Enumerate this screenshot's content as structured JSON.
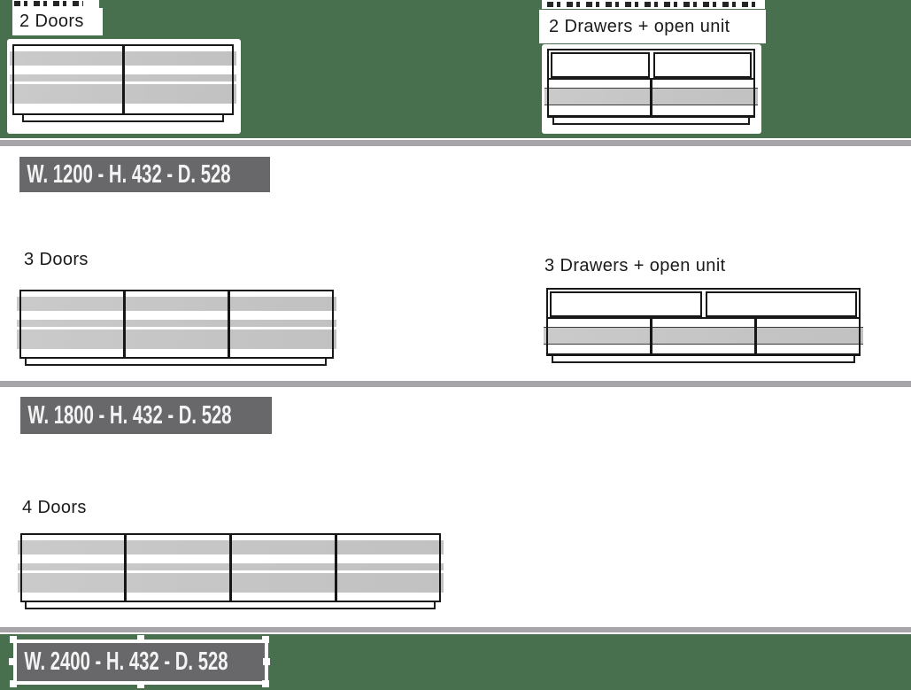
{
  "palette": {
    "background_green": "#48704E",
    "divider_gray": "#A6A4A8",
    "badge_background": "#68686B",
    "badge_text": "#F3F3F3",
    "drawing_line": "#171717",
    "drawing_fill_gray": "#C6C6C6"
  },
  "sections": [
    {
      "dimension": "W. 1200 - H. 432 - D. 528",
      "items": [
        {
          "label": "2 Doors",
          "type": "doors",
          "doors": 2
        },
        {
          "label": "2 Drawers + open unit",
          "type": "drawers",
          "drawers": 2,
          "open_compartments": 2
        }
      ]
    },
    {
      "dimension": "W. 1800 - H. 432 - D. 528",
      "items": [
        {
          "label": "3 Doors",
          "type": "doors",
          "doors": 3
        },
        {
          "label": "3 Drawers + open unit",
          "type": "drawers",
          "drawers": 3,
          "open_compartments": 2
        }
      ]
    },
    {
      "dimension": "W. 2400 - H. 432 - D. 528",
      "items": [
        {
          "label": "4 Doors",
          "type": "doors",
          "doors": 4
        }
      ]
    }
  ]
}
